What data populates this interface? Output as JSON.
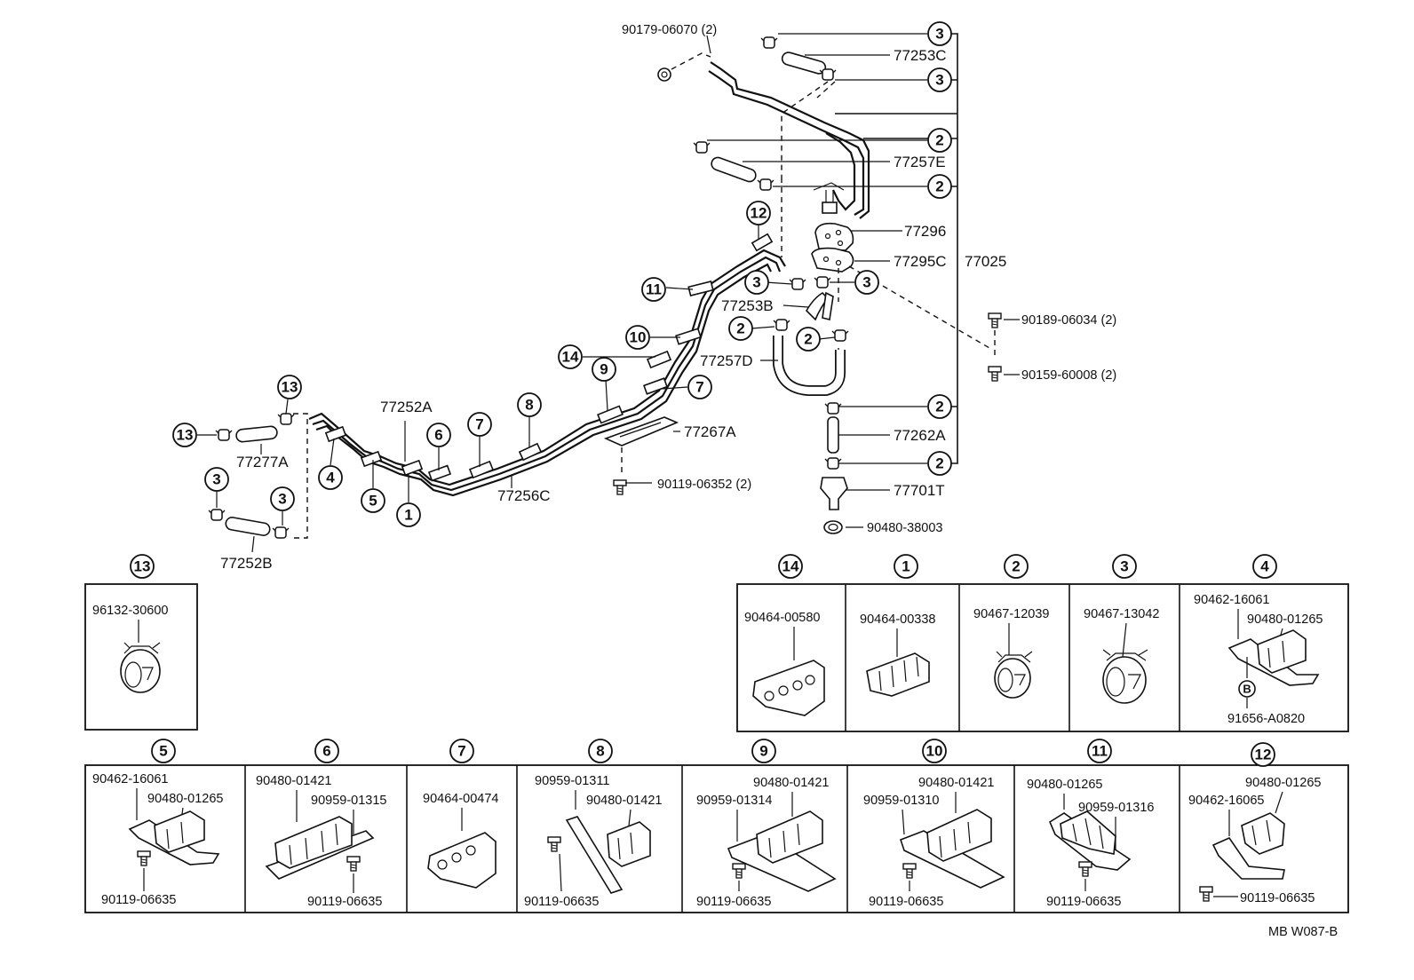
{
  "diagram": {
    "code": "MB  W087-B",
    "callouts": {
      "c1": "1",
      "c2": "2",
      "c3": "3",
      "c4": "4",
      "c5": "5",
      "c6": "6",
      "c7": "7",
      "c8": "8",
      "c9": "9",
      "c10": "10",
      "c11": "11",
      "c12": "12",
      "c13": "13",
      "c14": "14",
      "cB": "B"
    },
    "parts": {
      "p90179": "90179-06070 (2)",
      "p77253C": "77253C",
      "p77257E": "77257E",
      "p77296": "77296",
      "p77295C": "77295C",
      "p77025": "77025",
      "p90189": "90189-06034 (2)",
      "p90159": "90159-60008 (2)",
      "p77253B": "77253B",
      "p77257D": "77257D",
      "p77262A": "77262A",
      "p77701T": "77701T",
      "p90480_38003": "90480-38003",
      "p77252A": "77252A",
      "p77277A": "77277A",
      "p77256C": "77256C",
      "p77267A": "77267A",
      "p90119_06352": "90119-06352 (2)",
      "p77252B": "77252B"
    },
    "boxes": {
      "b13": {
        "p1": "96132-30600"
      },
      "b14": {
        "p1": "90464-00580"
      },
      "b1": {
        "p1": "90464-00338"
      },
      "b2": {
        "p1": "90467-12039"
      },
      "b3": {
        "p1": "90467-13042"
      },
      "b4": {
        "p1": "90462-16061",
        "p2": "90480-01265",
        "p3": "91656-A0820"
      },
      "b5": {
        "p1": "90462-16061",
        "p2": "90480-01265",
        "p3": "90119-06635"
      },
      "b6": {
        "p1": "90480-01421",
        "p2": "90959-01315",
        "p3": "90119-06635"
      },
      "b7": {
        "p1": "90464-00474"
      },
      "b8": {
        "p1": "90959-01311",
        "p2": "90480-01421",
        "p3": "90119-06635"
      },
      "b9": {
        "p1": "90480-01421",
        "p2": "90959-01314",
        "p3": "90119-06635"
      },
      "b10": {
        "p1": "90480-01421",
        "p2": "90959-01310",
        "p3": "90119-06635"
      },
      "b11": {
        "p1": "90480-01265",
        "p2": "90959-01316",
        "p3": "90119-06635"
      },
      "b12": {
        "p1": "90480-01265",
        "p2": "90462-16065",
        "p3": "90119-06635"
      }
    }
  }
}
